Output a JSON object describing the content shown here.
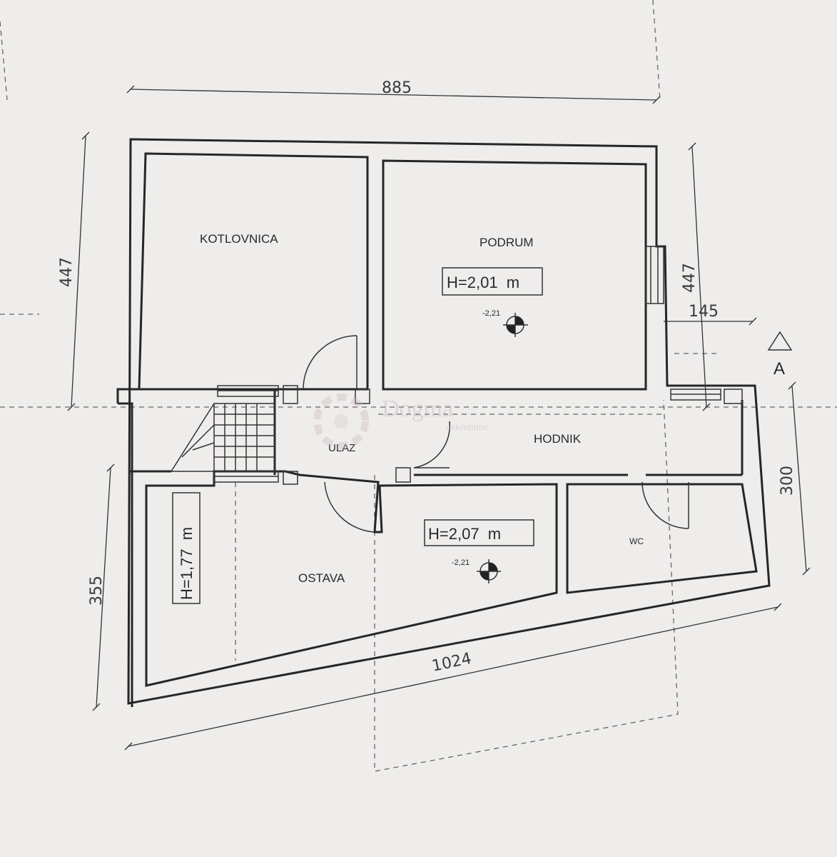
{
  "rooms": {
    "kotlovnica": "KOTLOVNICA",
    "podrum": "PODRUM",
    "hodnik": "HODNIK",
    "ulaz": "ULAZ",
    "ostava": "OSTAVA",
    "wc": "WC"
  },
  "heights": {
    "podrum": "H=2,01  m",
    "middle": "H=2,07  m",
    "ostava": "H=1,77  m"
  },
  "levels": {
    "podrum": "-2,21",
    "middle": "-2,21"
  },
  "dimensions": {
    "top": "885",
    "left_upper": "447",
    "right_upper": "447",
    "right_offset": "145",
    "right_lower": "300",
    "left_lower": "355",
    "bottom": "1024"
  },
  "section_marker": "A",
  "watermark": {
    "brand": "Dogma",
    "sub": "nekretnine"
  }
}
